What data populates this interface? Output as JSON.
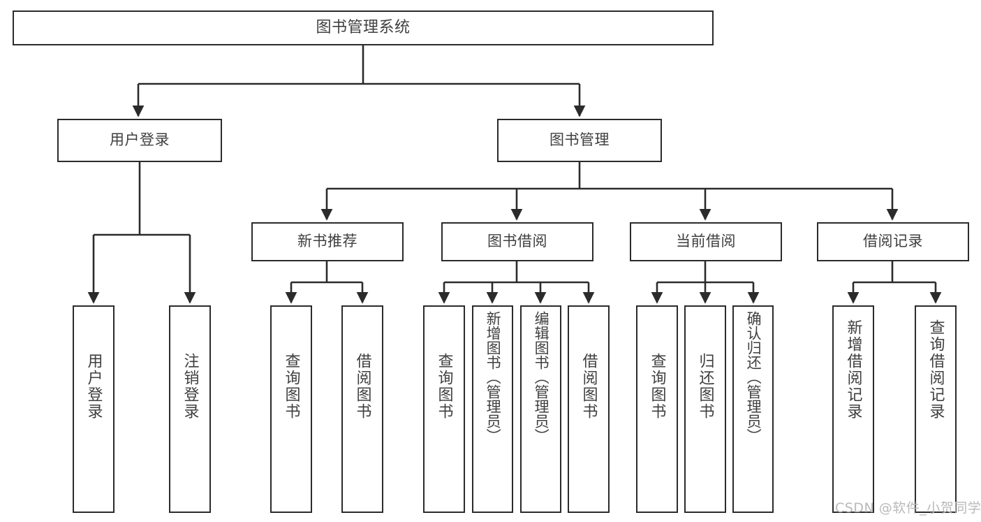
{
  "diagram": {
    "type": "tree-hierarchy",
    "title": "图书管理系统",
    "watermark": "CSDN @软件_小贺同学",
    "colors": {
      "box_border": "#2b2b2b",
      "box_fill": "#ffffff",
      "text": "#3f3f3f",
      "edge": "#2b2b2b",
      "watermark": "#b9b9b9",
      "background": "#ffffff"
    },
    "nodes": {
      "root": {
        "id": "root",
        "label": "图书管理系统",
        "level": 0
      },
      "level1": [
        {
          "id": "user-login",
          "label": "用户登录",
          "level": 1
        },
        {
          "id": "book-management",
          "label": "图书管理",
          "level": 1
        }
      ],
      "level2": [
        {
          "id": "new-book-recommend",
          "label": "新书推荐",
          "level": 2,
          "parent": "book-management"
        },
        {
          "id": "book-borrow",
          "label": "图书借阅",
          "level": 2,
          "parent": "book-management"
        },
        {
          "id": "current-borrow",
          "label": "当前借阅",
          "level": 2,
          "parent": "book-management"
        },
        {
          "id": "borrow-record",
          "label": "借阅记录",
          "level": 2,
          "parent": "book-management"
        }
      ],
      "leaves": [
        {
          "id": "leaf-user-login",
          "label": "用户登录",
          "parent": "user-login"
        },
        {
          "id": "leaf-logout-login",
          "label": "注销登录",
          "parent": "user-login"
        },
        {
          "id": "leaf-query-book-1",
          "label": "查询图书",
          "parent": "new-book-recommend"
        },
        {
          "id": "leaf-borrow-book-1",
          "label": "借阅图书",
          "parent": "new-book-recommend"
        },
        {
          "id": "leaf-query-book-2",
          "label": "查询图书",
          "parent": "book-borrow"
        },
        {
          "id": "leaf-add-book",
          "label": "新增图书（管理员）",
          "parent": "book-borrow"
        },
        {
          "id": "leaf-edit-book",
          "label": "编辑图书（管理员）",
          "parent": "book-borrow"
        },
        {
          "id": "leaf-borrow-book-2",
          "label": "借阅图书",
          "parent": "book-borrow"
        },
        {
          "id": "leaf-query-book-3",
          "label": "查询图书",
          "parent": "current-borrow"
        },
        {
          "id": "leaf-return-book",
          "label": "归还图书",
          "parent": "current-borrow"
        },
        {
          "id": "leaf-confirm-return",
          "label": "确认归还（管理员）",
          "parent": "current-borrow"
        },
        {
          "id": "leaf-add-borrow-record",
          "label": "新增借阅记录",
          "parent": "borrow-record"
        },
        {
          "id": "leaf-query-borrow-record",
          "label": "查询借阅记录",
          "parent": "borrow-record"
        }
      ]
    }
  }
}
